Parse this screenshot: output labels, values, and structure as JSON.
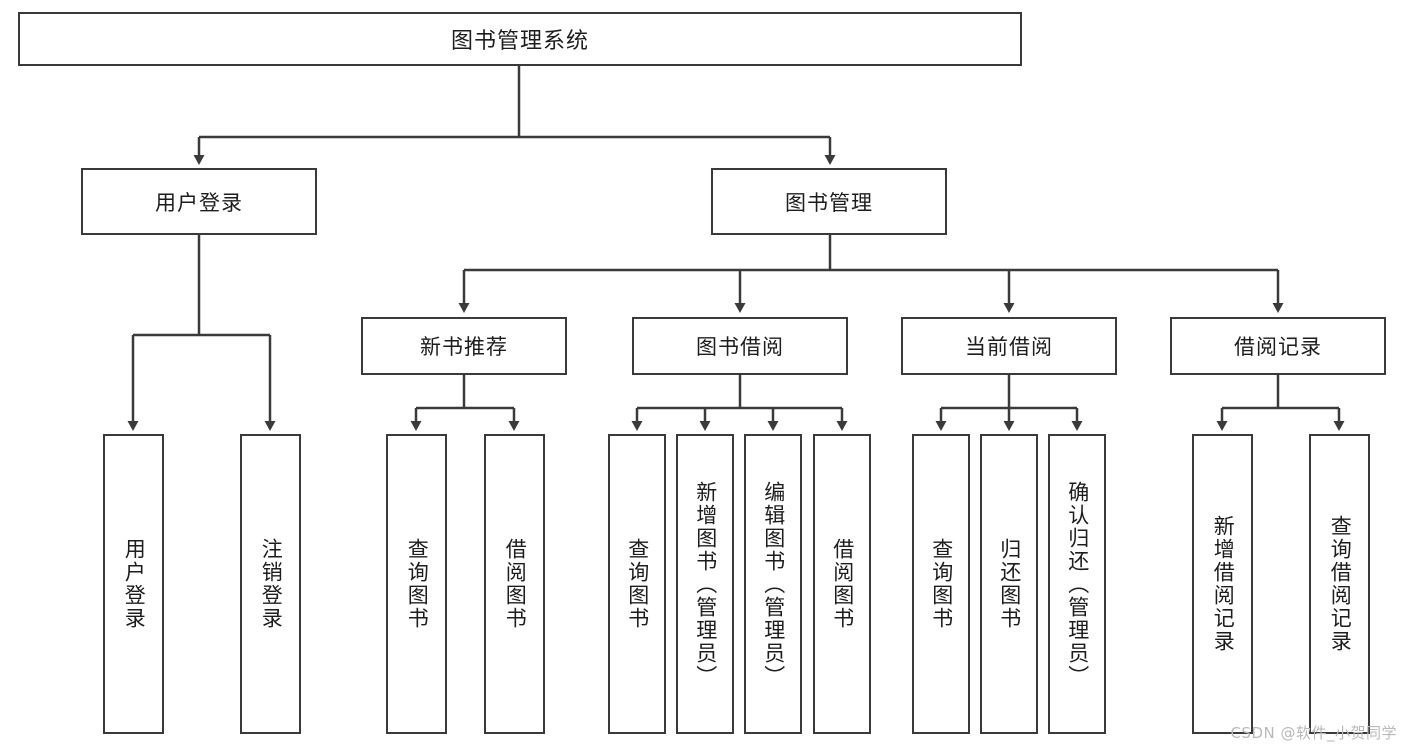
{
  "diagram": {
    "title": "图书管理系统",
    "watermark": "CSDN @软件_小贺同学",
    "colors": {
      "stroke": "#3a3a3a",
      "text": "#1d1d1d",
      "background": "#ffffff",
      "watermark": "#b9b9b9"
    },
    "nodes": {
      "root": "图书管理系统",
      "level2": [
        "用户登录",
        "图书管理"
      ],
      "level3": [
        "新书推荐",
        "图书借阅",
        "当前借阅",
        "借阅记录"
      ],
      "leaves_user_login": [
        "用户登录",
        "注销登录"
      ],
      "leaves_new_book": [
        "查询图书",
        "借阅图书"
      ],
      "leaves_borrow": [
        "查询图书",
        "新增图书（管理员）",
        "编辑图书（管理员）",
        "借阅图书"
      ],
      "leaves_current": [
        "查询图书",
        "归还图书",
        "确认归还（管理员）"
      ],
      "leaves_record": [
        "新增借阅记录",
        "查询借阅记录"
      ]
    }
  }
}
